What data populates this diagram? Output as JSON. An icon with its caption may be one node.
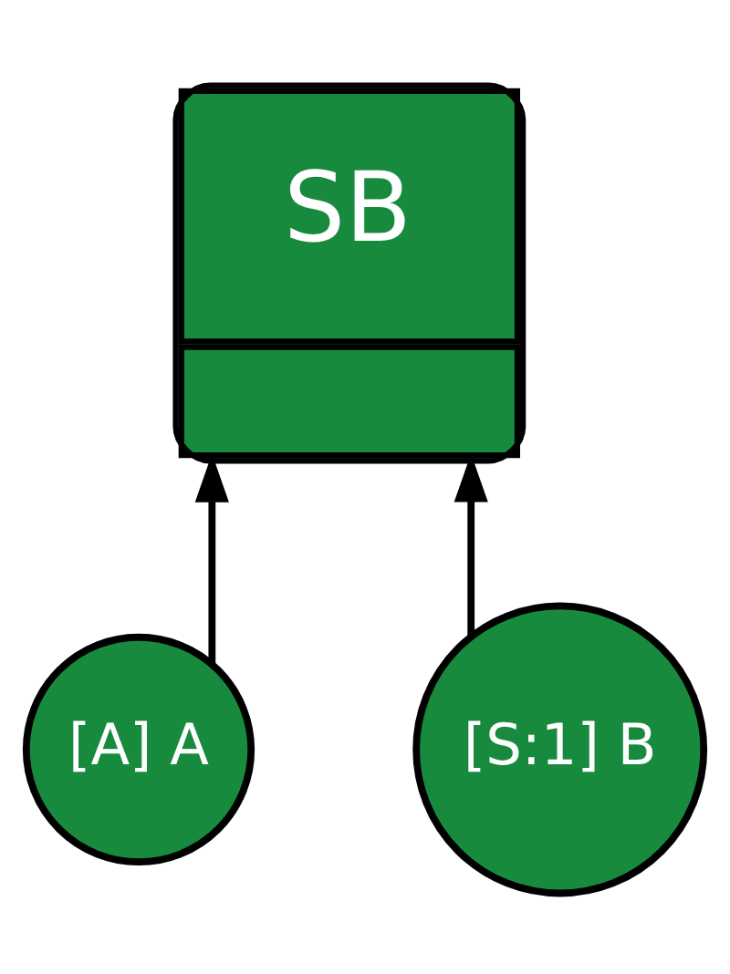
{
  "diagram": {
    "nodes": [
      {
        "text": [
          "SB"
        ]
      },
      {
        "text": [
          "[A] A"
        ]
      },
      {
        "text": [
          "[S:1] B"
        ]
      }
    ],
    "edges": [
      {
        "from": 1,
        "to": 0,
        "arrow": "to"
      },
      {
        "from": 2,
        "to": 0,
        "arrow": "to"
      }
    ]
  }
}
